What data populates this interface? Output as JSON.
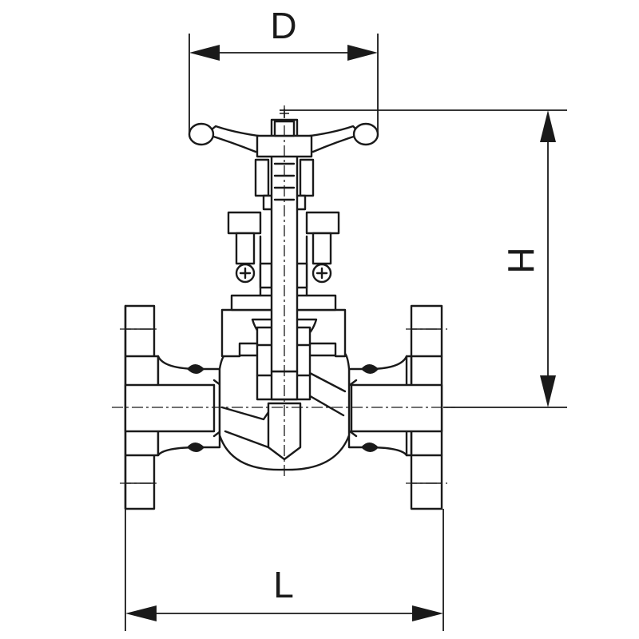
{
  "dimensions": {
    "width_label": "D",
    "height_label": "H",
    "length_label": "L"
  }
}
